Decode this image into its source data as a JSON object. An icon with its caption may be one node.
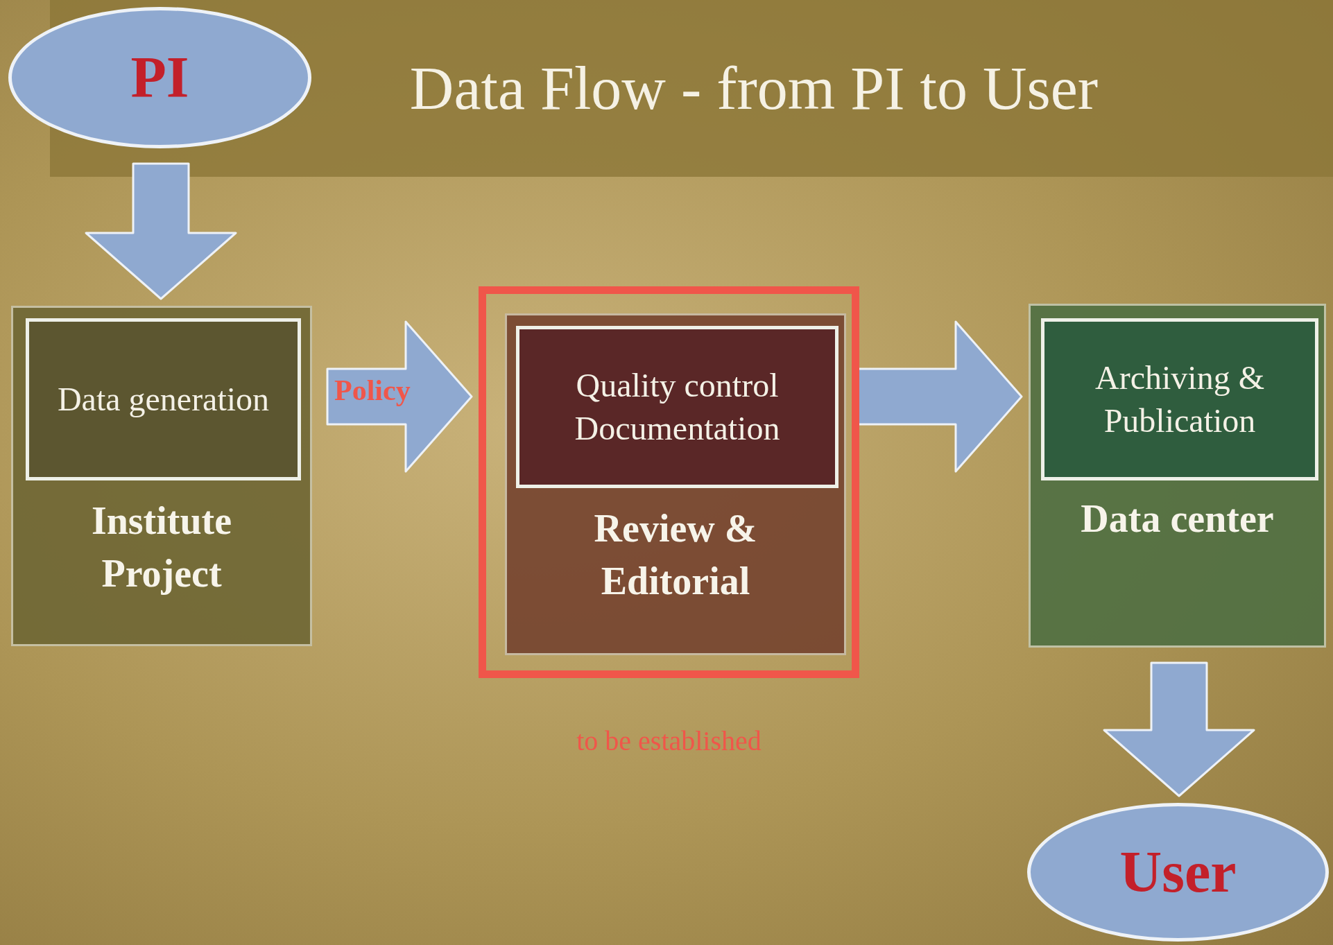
{
  "diagram": {
    "title": "Data Flow - from PI to User",
    "nodes": [
      {
        "text": [
          "PI"
        ]
      },
      {
        "text": [
          "Institute Project"
        ]
      },
      {
        "text": [
          "Data generation"
        ],
        "in": 1
      },
      {
        "text": [],
        "shape": "box",
        "beside": [
          "to be established"
        ]
      },
      {
        "text": [
          "Review & Editorial"
        ],
        "in": 3
      },
      {
        "text": [
          "Quality control Documentation"
        ],
        "in": 4
      },
      {
        "text": [
          "Data center"
        ]
      },
      {
        "text": [
          "Archiving & Publication"
        ],
        "in": 6
      },
      {
        "text": [
          "User"
        ]
      }
    ],
    "edges": [
      {
        "from": 0,
        "to": 1,
        "arrow": "to"
      },
      {
        "from": 1,
        "to": 3,
        "arrow": "to",
        "label": "Policy"
      },
      {
        "from": 4,
        "to": 6,
        "arrow": "to"
      },
      {
        "from": 6,
        "to": 8,
        "arrow": "to"
      }
    ]
  }
}
